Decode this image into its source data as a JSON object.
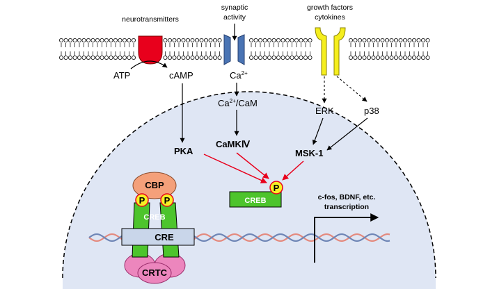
{
  "labels": {
    "neurotransmitters": "neurotransmitters",
    "synaptic_1": "synaptic",
    "synaptic_2": "activity",
    "growth_1": "growth factors",
    "growth_2": "cytokines",
    "atp": "ATP",
    "camp": "cAMP",
    "ca": "Ca",
    "ca_sup": "2+",
    "cacam_a": "Ca",
    "cacam_sup": "2+",
    "cacam_b": "/CaM",
    "erk": "ERK",
    "p38": "p38",
    "pka": "PKA",
    "camk": "CaMKⅣ",
    "msk": "MSK-1",
    "cbp": "CBP",
    "creb_complex": "CREB",
    "cre": "CRE",
    "crtc": "CRTC",
    "creb_single": "CREB",
    "p": "P",
    "trans_1": "c-fos, BDNF, etc.",
    "trans_2": "transcription"
  },
  "colors": {
    "gpcr": "#e8001c",
    "channel": "#4a74b4",
    "rtk": "#f5ee1e",
    "nucleus": "#dfe6f4",
    "cbp": "#f4a07a",
    "creb": "#4dc42c",
    "cre": "#c9d6ea",
    "crtc": "#ec86bd",
    "phospho": "#f7ef24",
    "activation_arrow": "#e8001c",
    "dna_red": "#e48a7e",
    "dna_blue": "#6f86b6"
  }
}
